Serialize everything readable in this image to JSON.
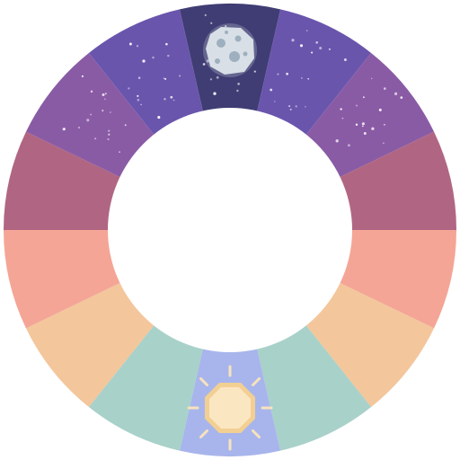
{
  "wheel": {
    "segments": [
      {
        "name": "night-midnight-segment",
        "color": "#3f3d73",
        "stars": true,
        "icon": "moon-icon"
      },
      {
        "name": "night-late-segment",
        "color": "#6a55ad",
        "stars": true
      },
      {
        "name": "predawn-segment",
        "color": "#8a5ba5",
        "stars": true
      },
      {
        "name": "dawn-segment",
        "color": "#b06682",
        "stars": false
      },
      {
        "name": "sunrise-segment",
        "color": "#f4a596",
        "stars": false
      },
      {
        "name": "morning-segment",
        "color": "#f3c69c",
        "stars": false
      },
      {
        "name": "late-morning-segment",
        "color": "#a8d1c9",
        "stars": false
      },
      {
        "name": "noon-segment",
        "color": "#a8b5ec",
        "stars": false,
        "icon": "sun-icon"
      },
      {
        "name": "early-afternoon-segment",
        "color": "#a8d1c9",
        "stars": false
      },
      {
        "name": "afternoon-segment",
        "color": "#f3c69c",
        "stars": false
      },
      {
        "name": "late-afternoon-segment",
        "color": "#f4a596",
        "stars": false
      },
      {
        "name": "dusk-segment",
        "color": "#b06682",
        "stars": false
      },
      {
        "name": "twilight-segment",
        "color": "#8a5ba5",
        "stars": true
      },
      {
        "name": "evening-segment",
        "color": "#6a55ad",
        "stars": true
      }
    ],
    "colors": {
      "center": "#ffffff",
      "star": "#ffffff",
      "moon": "#d8dfe6",
      "moon_shadow": "#9eb0bf",
      "sun": "#fbe6c2",
      "sun_rim": "#f2cf92",
      "sun_ray": "#f7e2bd"
    }
  }
}
